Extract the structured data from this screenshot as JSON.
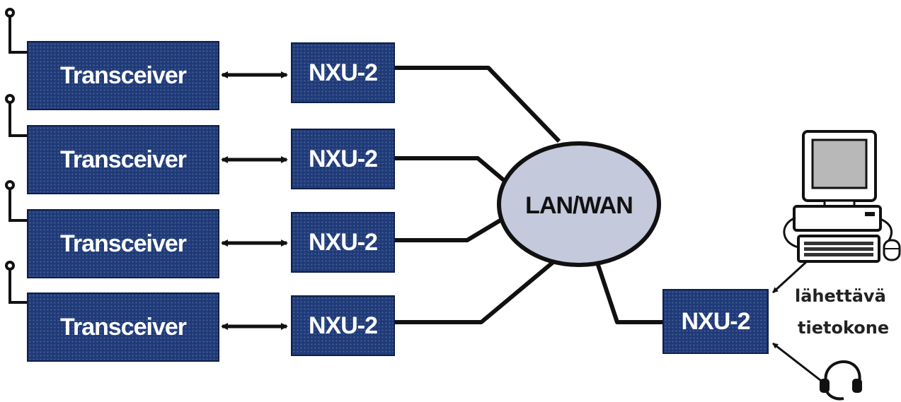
{
  "transceivers": [
    {
      "label": "Transceiver"
    },
    {
      "label": "Transceiver"
    },
    {
      "label": "Transceiver"
    },
    {
      "label": "Transceiver"
    }
  ],
  "nxu_units": [
    {
      "label": "NXU-2"
    },
    {
      "label": "NXU-2"
    },
    {
      "label": "NXU-2"
    },
    {
      "label": "NXU-2"
    }
  ],
  "network": {
    "label": "LAN/WAN"
  },
  "remote_nxu": {
    "label": "NXU-2"
  },
  "computer_caption": {
    "line1": "lähettävä",
    "line2": "tietokone"
  },
  "icons": [
    "antenna-icon",
    "double-arrow-icon",
    "computer-icon",
    "mouse-icon",
    "headset-icon"
  ],
  "colors": {
    "box_fill": "#1f3a78",
    "box_text": "#ffffff",
    "cloud_fill": "#c4c9dc",
    "line": "#111111"
  }
}
